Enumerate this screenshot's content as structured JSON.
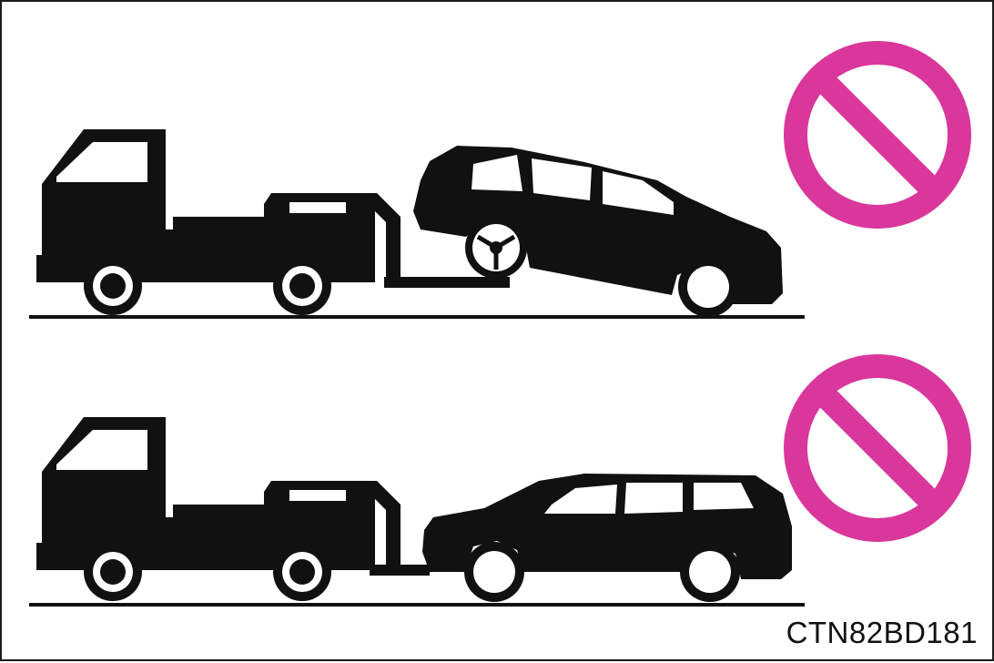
{
  "figure_code": "CTN82BD181",
  "colors": {
    "prohibition": "#d9379b",
    "ink": "#111111",
    "background": "#ffffff"
  },
  "panels": [
    {
      "scene": "tow-truck-wheel-lift-front-wheels-raised",
      "prohibited": true,
      "icon": "prohibition-icon"
    },
    {
      "scene": "tow-truck-flat-towing-all-wheels-on-ground",
      "prohibited": true,
      "icon": "prohibition-icon"
    }
  ]
}
